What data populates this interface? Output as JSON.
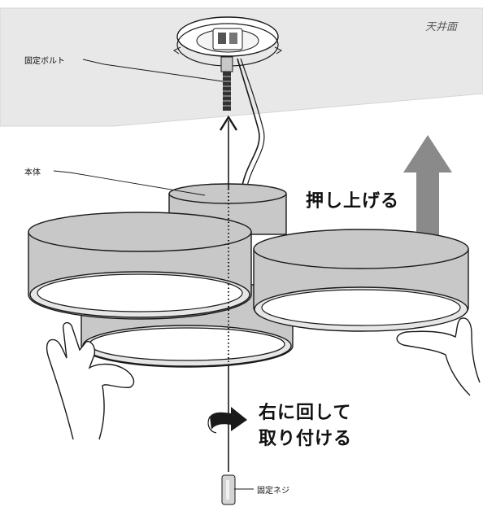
{
  "labels": {
    "ceiling": "天井面",
    "fixing_bolt": "固定ボルト",
    "body": "本体",
    "fixing_screw": "固定ネジ"
  },
  "instructions": {
    "push_up": "押し上げる",
    "turn_line1": "右に回して",
    "turn_line2": "取り付ける"
  },
  "colors": {
    "ceiling": "#e8e8e8",
    "shade": "#c8c8c8",
    "shade_rim": "#e6e6e6",
    "arrow_gray": "#8a8a8a",
    "line": "#1a1a1a"
  }
}
